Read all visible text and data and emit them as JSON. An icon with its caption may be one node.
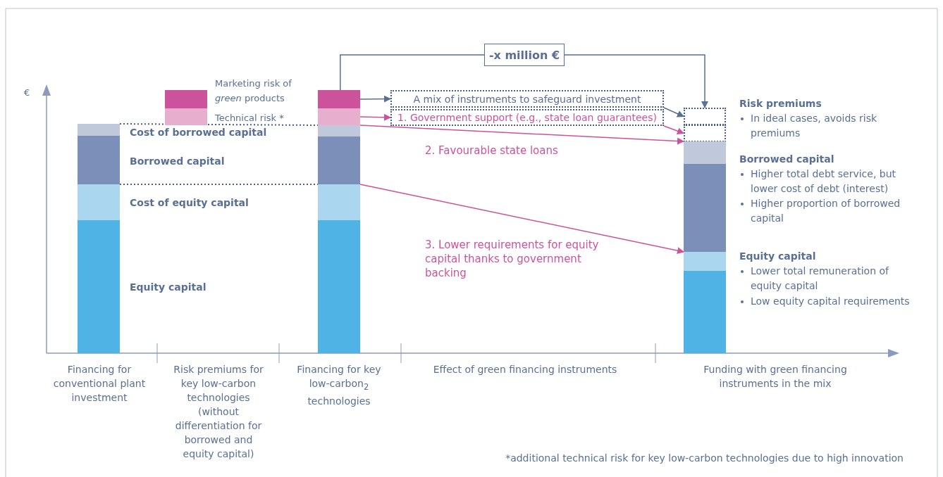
{
  "diagram": {
    "nodes": [
      {
        "text": [
          "-x million €"
        ]
      },
      {
        "text": [],
        "shape": "bar"
      },
      {
        "text": [],
        "shape": "bar"
      },
      {
        "text": [],
        "shape": "bar"
      },
      {
        "text": [],
        "shape": "bar"
      },
      {
        "text": [],
        "shape": "bar"
      },
      {
        "text": [],
        "shape": "bar"
      },
      {
        "text": [],
        "shape": "bar"
      },
      {
        "text": [],
        "shape": "bar"
      },
      {
        "text": [],
        "shape": "bar"
      },
      {
        "text": [],
        "shape": "bar"
      },
      {
        "text": [
          "A mix of instruments to safeguard investment"
        ]
      },
      {
        "text": [
          "1. Government support (e.g., state loan guarantees)"
        ]
      },
      {
        "text": [],
        "shape": "box"
      },
      {
        "text": [],
        "shape": "box"
      },
      {
        "text": [],
        "shape": "bar"
      },
      {
        "text": [],
        "shape": "bar"
      },
      {
        "text": [],
        "shape": "bar"
      },
      {
        "text": [],
        "shape": "bar"
      }
    ],
    "edges": [
      {
        "from": 5,
        "to": 0,
        "arrow": "none"
      },
      {
        "from": 0,
        "to": 13,
        "arrow": "to"
      },
      {
        "from": 5,
        "to": 11,
        "arrow": "to"
      },
      {
        "from": 6,
        "to": 12,
        "arrow": "to",
        "color": "#cc529b"
      },
      {
        "from": 11,
        "to": 13,
        "arrow": "to"
      },
      {
        "from": 12,
        "to": 14,
        "arrow": "to",
        "color": "#cc529b"
      },
      {
        "from": 7,
        "to": 15,
        "arrow": "to",
        "label": "2. Favourable state loans",
        "color": "#cc529b"
      },
      {
        "from": 9,
        "to": 17,
        "arrow": "to",
        "label": "3. Lower requirements for equity capital thanks to government backing",
        "color": "#cc529b"
      },
      {
        "from": 1,
        "to": 7,
        "arrow": "none",
        "style": "dashed",
        "color": "#4a5f88"
      },
      {
        "from": 3,
        "to": 9,
        "arrow": "none",
        "style": "dashed",
        "color": "#4a5f88"
      }
    ],
    "labels": [
      "€",
      "Cost of borrowed capital",
      "Borrowed capital",
      "Cost of equity capital",
      "Equity capital",
      "Risk premiums",
      "In ideal cases, avoids risk premiums",
      "Borrowed capital",
      "Higher total debt service, but lower cost of debt (interest)",
      "Higher proportion of borrowed capital",
      "Equity capital",
      "Lower total remuneration of equity capital",
      "Low equity capital requirements",
      "Financing for conventional plant investment",
      "Risk premiums for key low-carbon technologies (without differentiation for borrowed and equity capital)",
      "Financing for key low-carbon$_{2}$ technologies",
      "Effect of green financing instruments",
      "Funding with green financing instruments in the mix",
      "*additional technical risk for key low-carbon technologies due to high innovation"
    ],
    "legend": [
      {
        "text": "Marketing risk of *green* products",
        "color": "#cc529b"
      },
      {
        "text": "Technical risk *",
        "color": "#e8aecd"
      }
    ]
  }
}
